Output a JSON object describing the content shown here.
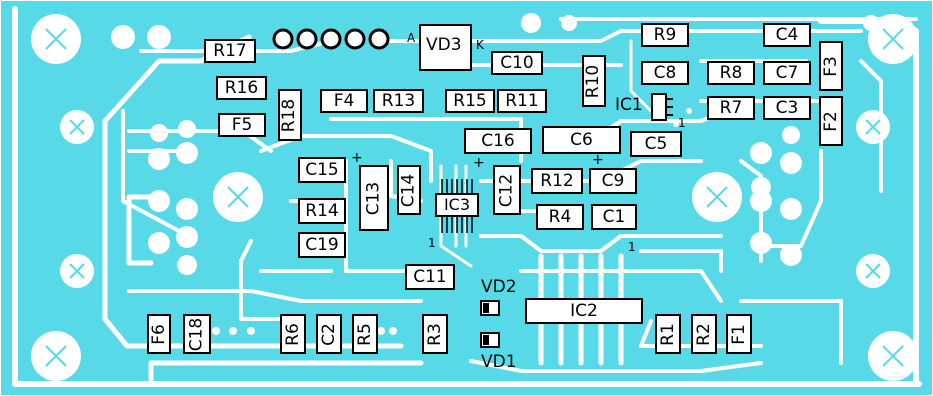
{
  "board": {
    "background_color": "#57d9e7",
    "track_color": "#ffffff",
    "outline_color": "#000000"
  },
  "components": {
    "R17": "R17",
    "R16": "R16",
    "R18": "R18",
    "F5": "F5",
    "F4": "F4",
    "R13": "R13",
    "R15": "R15",
    "R11": "R11",
    "VD3": "VD3",
    "C10": "C10",
    "R10": "R10",
    "R9": "R9",
    "C8": "C8",
    "C4": "C4",
    "R8": "R8",
    "C7": "C7",
    "F3": "F3",
    "R7": "R7",
    "C3": "C3",
    "F2": "F2",
    "C5": "C5",
    "C16": "C16",
    "C6": "C6",
    "C15": "C15",
    "C13": "C13",
    "C14": "C14",
    "C12": "C12",
    "R12": "R12",
    "C9": "C9",
    "R14": "R14",
    "R4": "R4",
    "C1": "C1",
    "C19": "C19",
    "C11": "C11",
    "IC2": "IC2",
    "F6": "F6",
    "C18": "C18",
    "R6": "R6",
    "C2": "C2",
    "R5": "R5",
    "R3": "R3",
    "R1": "R1",
    "R2": "R2",
    "F1": "F1"
  },
  "labels": {
    "IC1": "IC1",
    "IC3": "IC3",
    "VD1": "VD1",
    "VD2": "VD2"
  },
  "marks": {
    "anode": "A",
    "cathode": "K",
    "pin1": "1",
    "plus": "+"
  }
}
